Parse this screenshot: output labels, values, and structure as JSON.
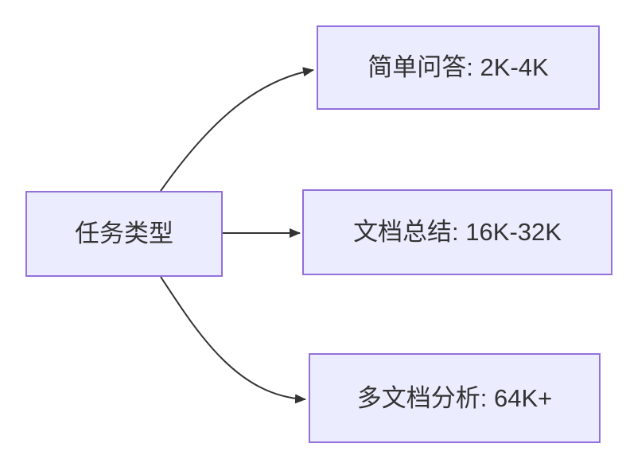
{
  "diagram": {
    "type": "flowchart-left-to-right",
    "root": {
      "label": "任务类型"
    },
    "branches": [
      {
        "label": "简单问答: 2K-4K"
      },
      {
        "label": "文档总结: 16K-32K"
      },
      {
        "label": "多文档分析: 64K+"
      }
    ],
    "colors": {
      "node_fill": "#ECECFF",
      "node_border": "#9370DB",
      "edge": "#333333",
      "text": "#333333",
      "background": "#FFFFFF"
    }
  }
}
